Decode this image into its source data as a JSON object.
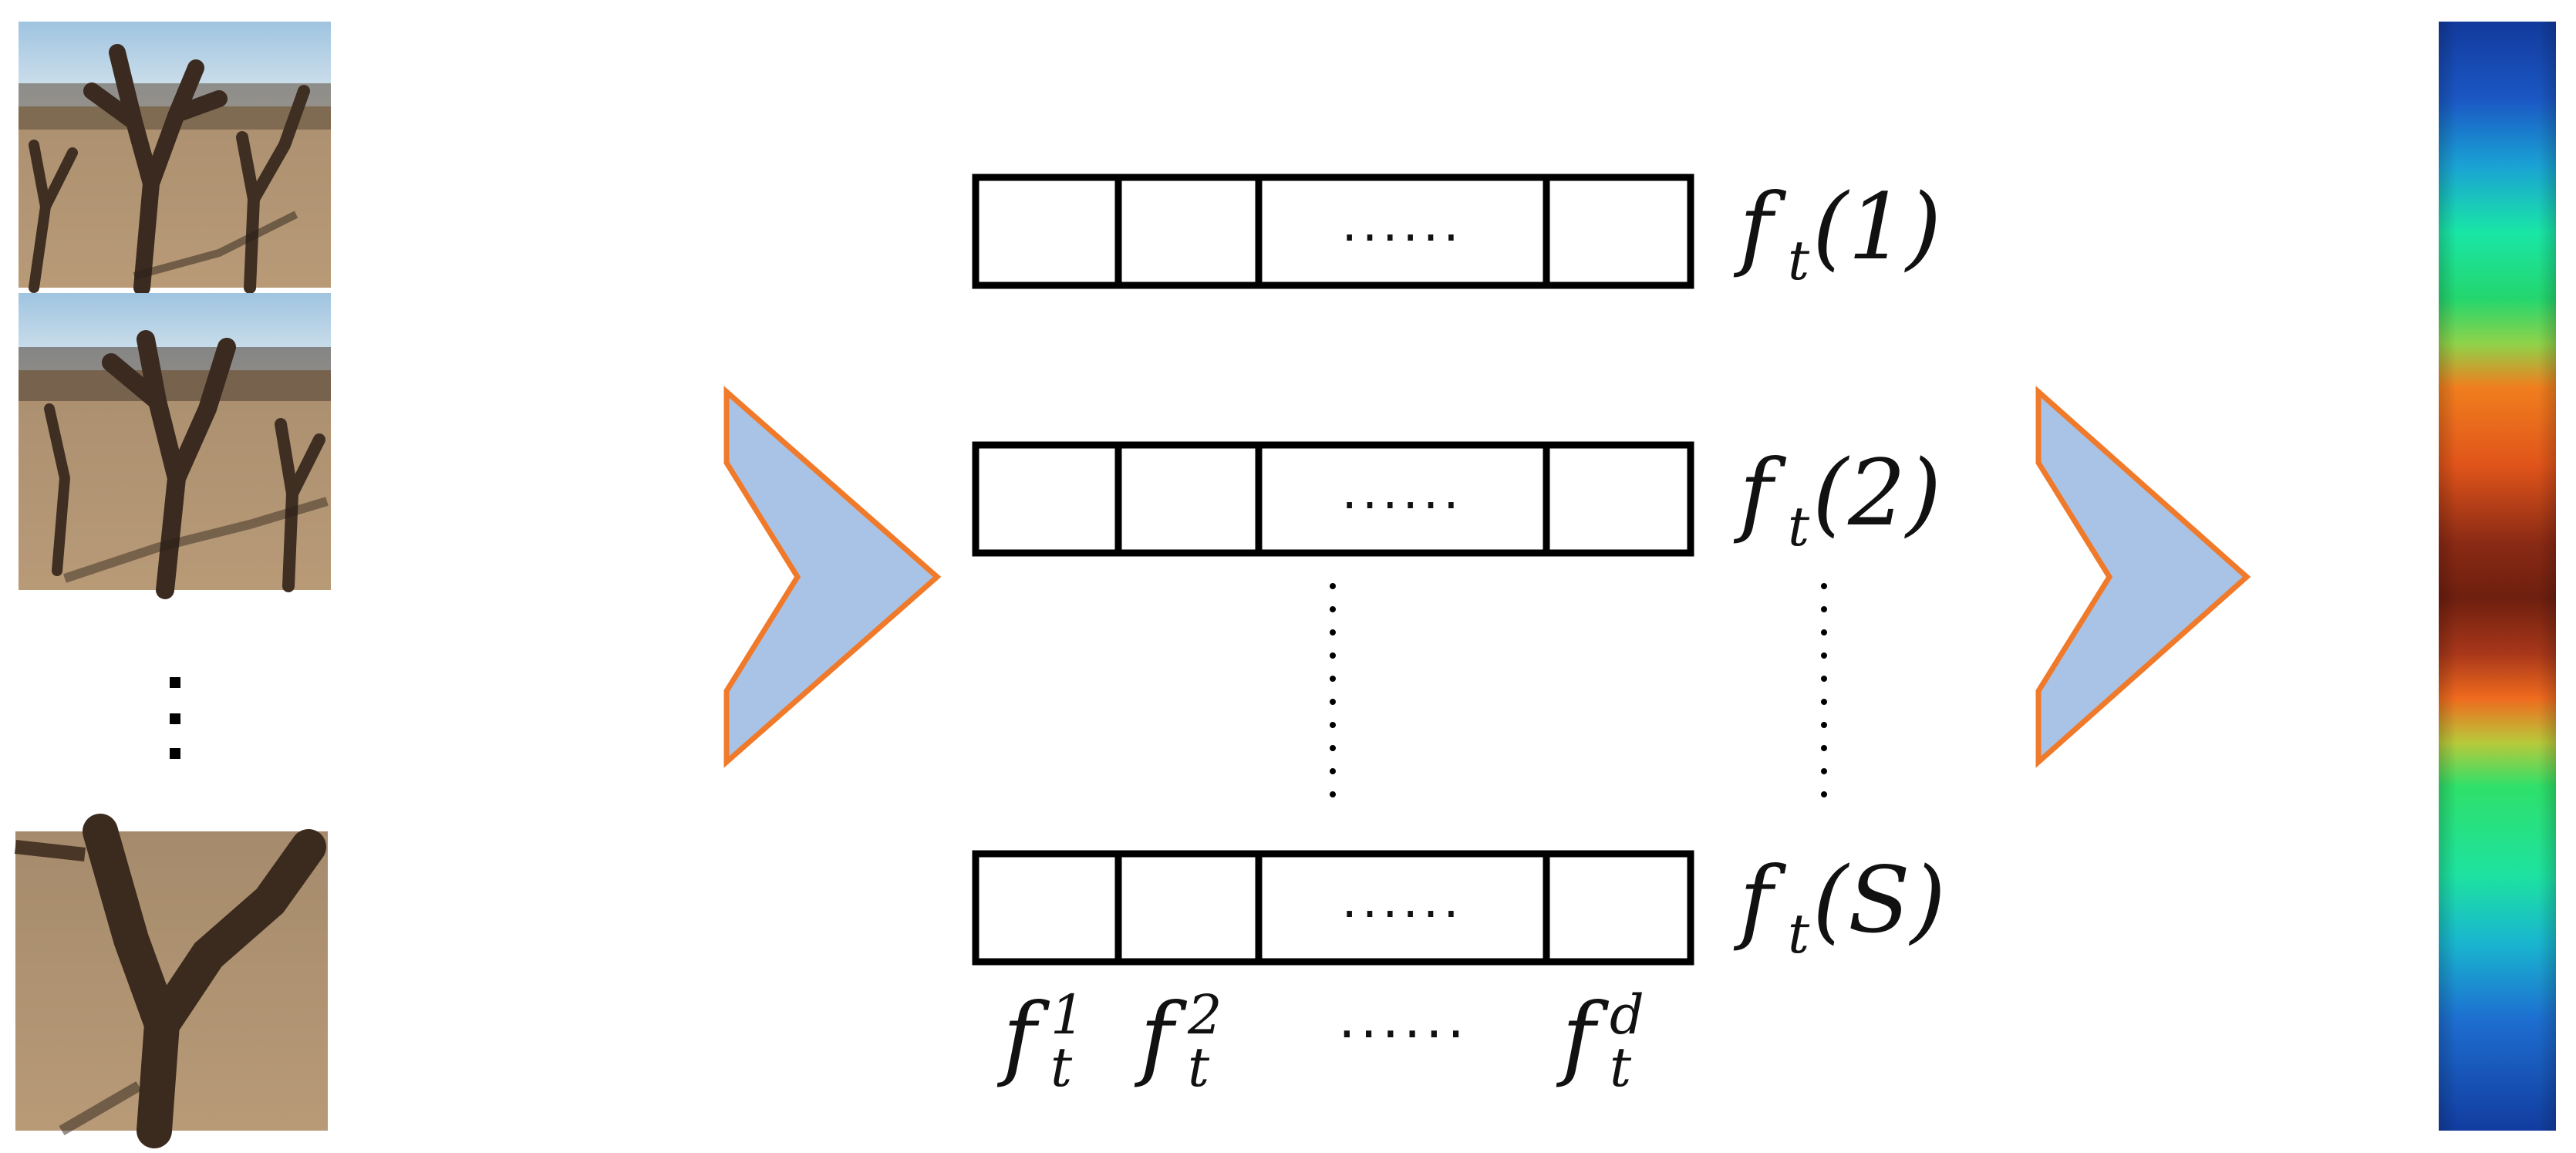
{
  "frames": {
    "first": "photo-orchard-frame-1",
    "second": "photo-orchard-frame-2",
    "last": "photo-orchard-frame-last",
    "ellipsis": "⋮"
  },
  "feature_rows": {
    "cell_ellipsis": "......",
    "rows": [
      {
        "f": "f",
        "sub": "t",
        "arg": "(1)"
      },
      {
        "f": "f",
        "sub": "t",
        "arg": "(2)"
      },
      {
        "f": "f",
        "sub": "t",
        "arg": "(S)"
      }
    ]
  },
  "column_labels": {
    "items": [
      {
        "f": "f",
        "sub": "t",
        "sup": "1"
      },
      {
        "f": "f",
        "sub": "t",
        "sup": "2"
      },
      {
        "f": "f",
        "sub": "t",
        "sup": "d"
      }
    ],
    "ellipsis": "......"
  },
  "arrows": {
    "fill": "#a8c3e6",
    "stroke": "#f07a2a"
  },
  "colorbar": {
    "colormap": "jet"
  }
}
